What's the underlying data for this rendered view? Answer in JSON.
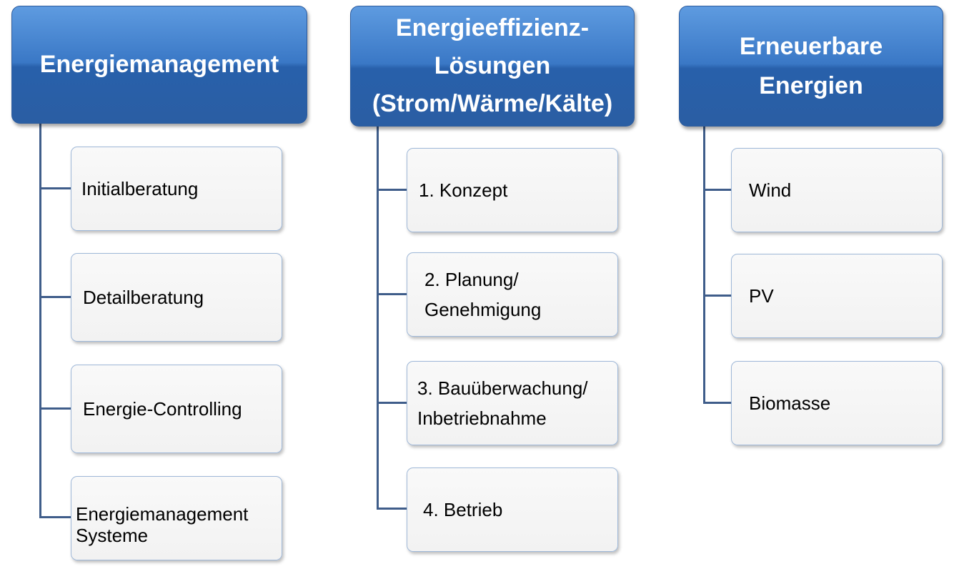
{
  "columns": [
    {
      "header": [
        "Energiemanagement"
      ],
      "items": [
        "Initialberatung",
        "Detailberatung",
        "Energie-Controlling",
        "Energiemanagement\nSysteme"
      ]
    },
    {
      "header": [
        "Energieeffizienz-",
        "Lösungen",
        "(Strom/Wärme/Kälte)"
      ],
      "items": [
        "1. Konzept",
        "2. Planung/\n    Genehmigung",
        "3. Bauüberwachung/\n    Inbetriebnahme",
        "4. Betrieb"
      ]
    },
    {
      "header": [
        "Erneuerbare",
        "Energien"
      ],
      "items": [
        "Wind",
        "PV",
        "Biomasse"
      ]
    }
  ]
}
